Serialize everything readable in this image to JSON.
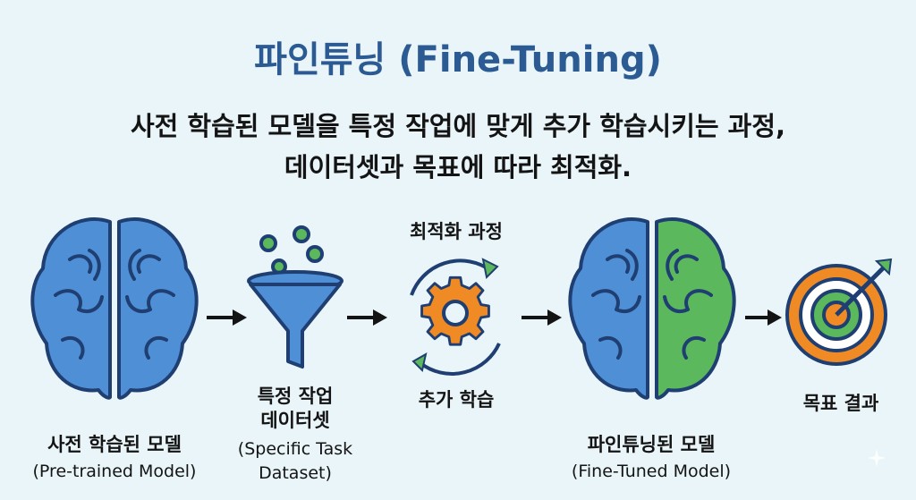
{
  "title": "파인튜닝 (Fine-Tuning)",
  "subtitle": {
    "line1": "사전 학습된 모델을 특정 작업에 맞게 추가 학습시키는 과정,",
    "line2": "데이터셋과 목표에 따라 최적화."
  },
  "steps": {
    "pretrained": {
      "label": "사전 학습된 모델",
      "sub": "(Pre-trained Model)",
      "icon": "brain-icon",
      "color": "#4f8fd6"
    },
    "dataset": {
      "label_line1": "특정 작업",
      "label_line2": "데이터셋",
      "sub_line1": "(Specific Task",
      "sub_line2": "Dataset)",
      "icon": "funnel-icon",
      "color": "#4f8fd6"
    },
    "training": {
      "top_label": "최적화 과정",
      "label": "추가 학습",
      "icon": "gear-icon",
      "color": "#f08a24"
    },
    "finetuned": {
      "label": "파인튜닝된 모델",
      "sub": "(Fine-Tuned Model)",
      "icon": "brain-icon",
      "color": "#5cb85c"
    },
    "goal": {
      "label": "목표 결과",
      "icon": "target-icon"
    }
  },
  "colors": {
    "title": "#2c5a93",
    "blue": "#4f8fd6",
    "dark_outline": "#1f3f73",
    "green": "#5cb85c",
    "orange": "#f08a24",
    "background": "#e9f5f9"
  }
}
